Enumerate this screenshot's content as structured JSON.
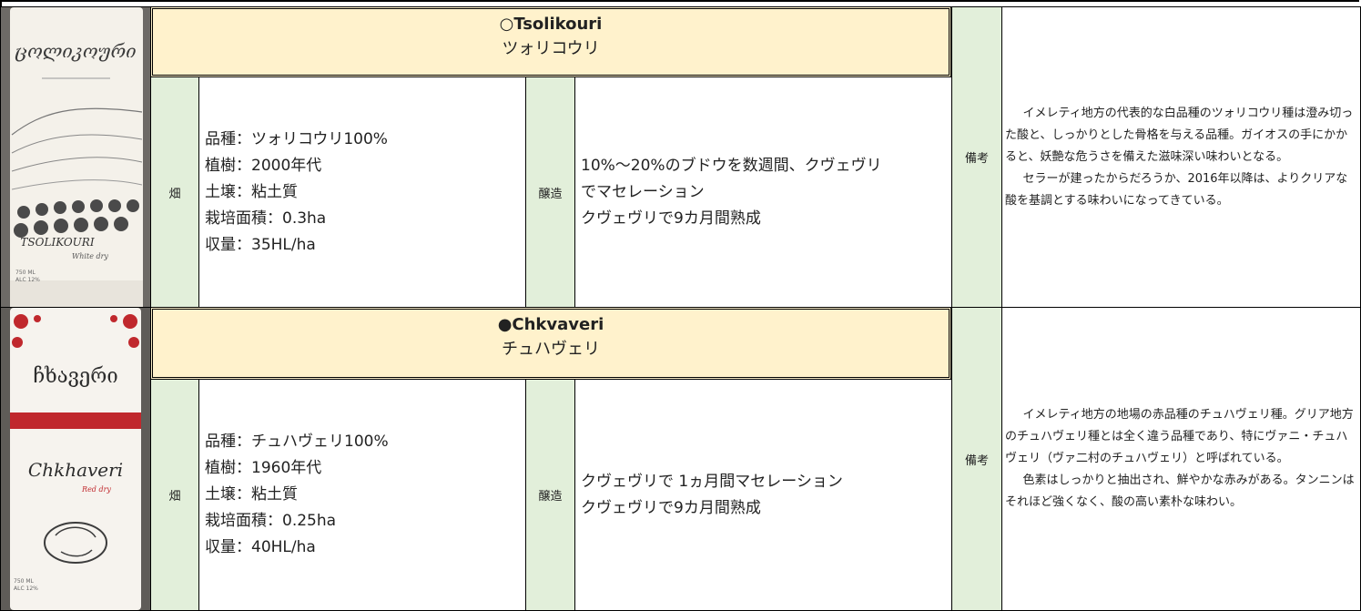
{
  "wines": [
    {
      "name_en": "○Tsolikouri",
      "name_jp": "ツォリコウリ",
      "field_label": "畑",
      "specs": [
        "品種：ツォリコウリ100%",
        "植樹：2000年代",
        "土壌：粘土質",
        "栽培面積：0.3ha",
        "収量：35HL/ha"
      ],
      "brew_label": "醸造",
      "brewing": [
        "10%～20%のブドウを数週間、クヴェヴリ",
        "でマセレーション",
        "クヴェヴリで9カ月間熟成"
      ],
      "notes_label": "備考",
      "notes": [
        "イメレティ地方の代表的な白品種のツォリコウリ種は澄み切った酸と、しっかりとした骨格を与える品種。ガイオスの手にかかると、妖艶な危うさを備えた滋味深い味わいとなる。",
        "セラーが建ったからだろうか、2016年以降は、よりクリアな酸を基調とする味わいになってきている。"
      ],
      "label_script": "ცოლიკოური",
      "label_small": "TSOLIKOURI",
      "label_type": "White dry",
      "label_vol": "750 ML",
      "label_alc": "ALC 12%"
    },
    {
      "name_en": "●Chkvaveri",
      "name_jp": "チュハヴェリ",
      "field_label": "畑",
      "specs": [
        "品種：チュハヴェリ100%",
        "植樹：1960年代",
        "土壌：粘土質",
        "栽培面積：0.25ha",
        "収量：40HL/ha"
      ],
      "brew_label": "醸造",
      "brewing": [
        "クヴェヴリで 1ヵ月間マセレーション",
        "クヴェヴリで9カ月間熟成"
      ],
      "notes_label": "備考",
      "notes": [
        "イメレティ地方の地場の赤品種のチュハヴェリ種。グリア地方のチュハヴェリ種とは全く違う品種であり、特にヴァニ・チュハヴェリ（ヴァ二村のチュハヴェリ）と呼ばれている。",
        "色素はしっかりと抽出され、鮮やかな赤みがある。タンニンはそれほど強くなく、酸の高い素朴な味わい。"
      ],
      "label_script": "ჩხავერი",
      "label_small": "Chkhaveri",
      "label_type": "Red dry",
      "label_vol": "750 ML",
      "label_alc": "ALC 12%"
    }
  ],
  "colors": {
    "title_bg": "#fff2cc",
    "label_bg": "#e2efda",
    "border": "#000000",
    "red_accent": "#c0282d"
  }
}
